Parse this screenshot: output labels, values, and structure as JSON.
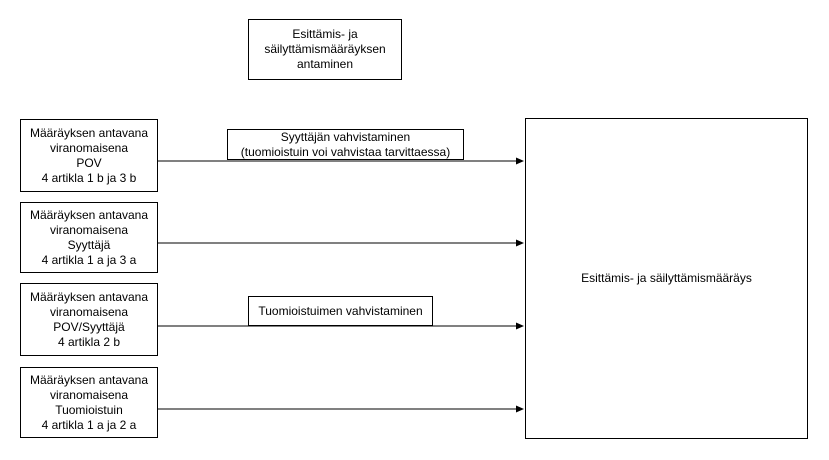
{
  "colors": {
    "background": "#ffffff",
    "box_border": "#000000",
    "text": "#000000",
    "arrow": "#000000"
  },
  "diagram": {
    "title_box": {
      "text": "Esittämis- ja\nsäilyttämismääräyksen\nantaminen"
    },
    "sources": [
      {
        "text": "Määräyksen antavana\nviranomaisena\nPOV\n4 artikla 1 b ja 3 b"
      },
      {
        "text": "Määräyksen antavana\nviranomaisena\nSyyttäjä\n4 artikla 1 a ja 3 a"
      },
      {
        "text": "Määräyksen antavana\nviranomaisena\nPOV/Syyttäjä\n4 artikla 2 b"
      },
      {
        "text": "Määräyksen antavana\nviranomaisena\nTuomioistuin\n4 artikla 1 a ja 2 a"
      }
    ],
    "confirmations": [
      {
        "text": "Syyttäjän vahvistaminen\n(tuomioistuin voi vahvistaa tarvittaessa)"
      },
      {
        "text": "Tuomioistuimen vahvistaminen"
      }
    ],
    "result_box": {
      "text": "Esittämis- ja säilyttämismääräys"
    }
  }
}
